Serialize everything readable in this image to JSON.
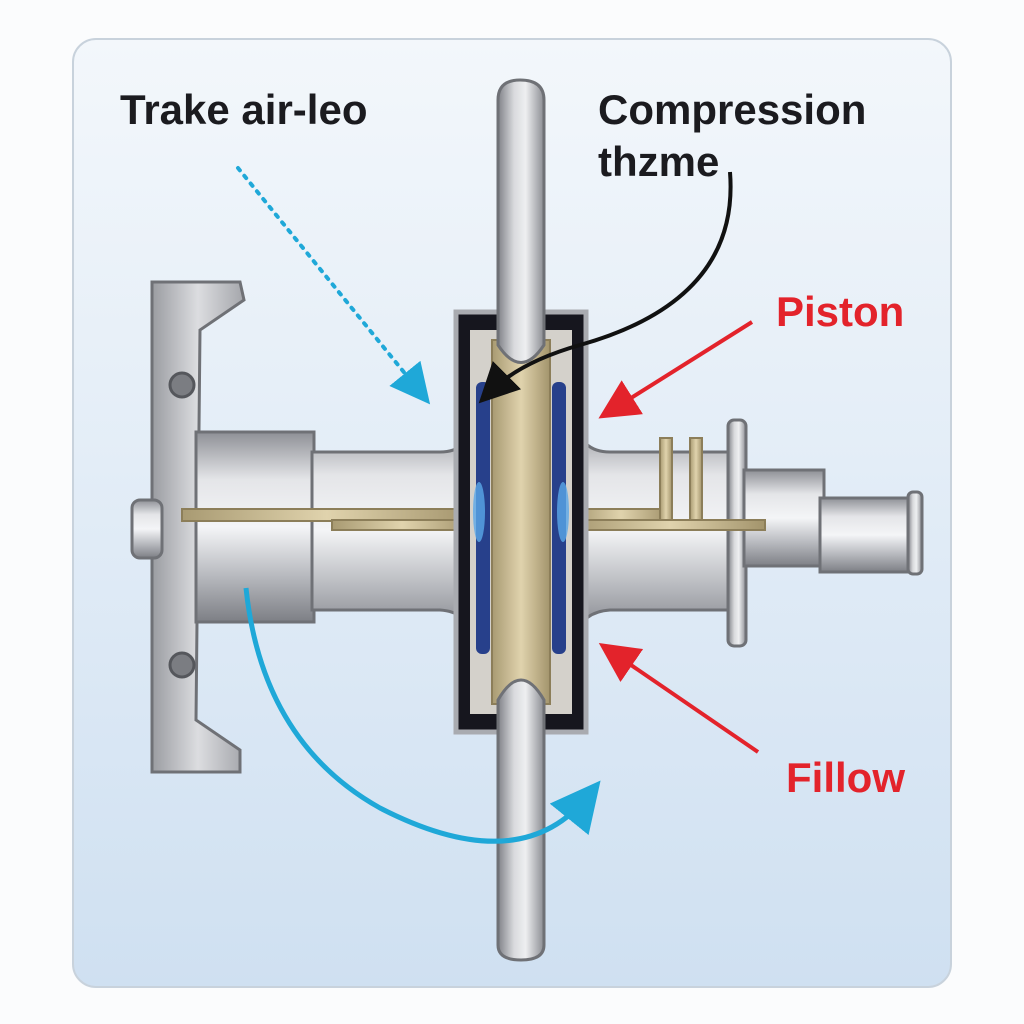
{
  "labels": {
    "intake": "Trake air-leo",
    "compression_line1": "Compression",
    "compression_line2": "thzme",
    "piston": "Piston",
    "follow": "Fillow"
  },
  "colors": {
    "dark_text": "#1b1b1f",
    "red_label": "#e3232b",
    "cyan_arrow": "#1fa8d8",
    "metal": "#c9cbcf",
    "brass": "#c8b68a",
    "seal_blue": "#27408b"
  }
}
